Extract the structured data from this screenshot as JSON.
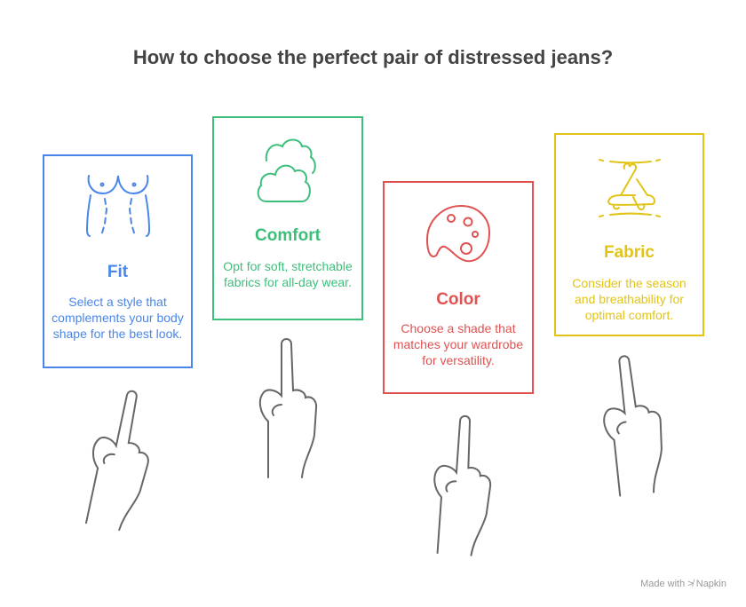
{
  "title": "How to choose the perfect pair of distressed jeans?",
  "colors": {
    "fit": "#4a86e8",
    "comfort": "#3dbf7b",
    "color": "#e05252",
    "fabric": "#e2c418",
    "hand": "#666666"
  },
  "cards": [
    {
      "heading": "Fit",
      "text": "Select a style that complements your body shape for the best look.",
      "icon": "body-shape-icon"
    },
    {
      "heading": "Comfort",
      "text": "Opt for soft, stretchable fabrics for all-day wear.",
      "icon": "cloud-icon"
    },
    {
      "heading": "Color",
      "text": "Choose a shade that matches your wardrobe for versatility.",
      "icon": "palette-icon"
    },
    {
      "heading": "Fabric",
      "text": "Consider the season and breathability for optimal comfort.",
      "icon": "fabric-icon"
    }
  ],
  "footer": "Made with ≯ Napkin"
}
